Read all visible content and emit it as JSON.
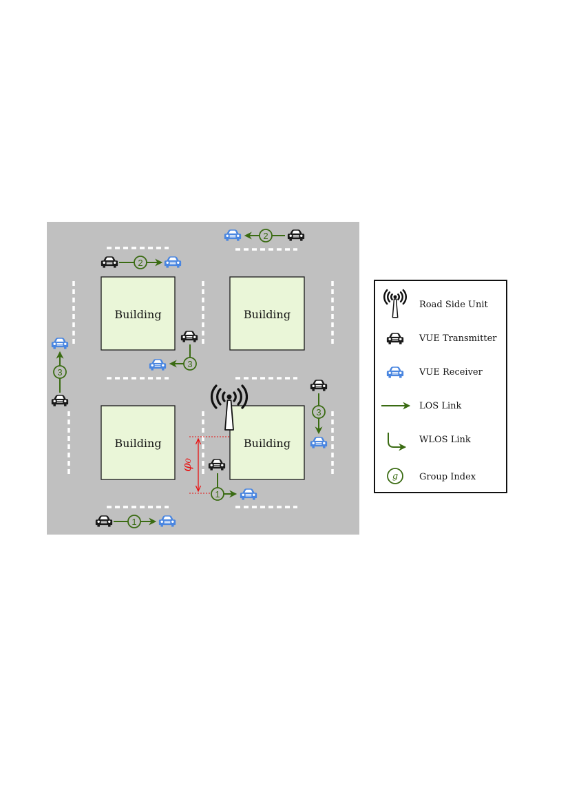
{
  "colors": {
    "road": "#c0c0c0",
    "building_fill": "#eaf6d8",
    "building_stroke": "#1a1a1a",
    "lane_mark": "#ffffff",
    "link": "#3a6b12",
    "transmitter": "#1a1a1a",
    "receiver": "#4a86e0",
    "distance_marker": "#e81010"
  },
  "buildings": [
    {
      "label": "Building"
    },
    {
      "label": "Building"
    },
    {
      "label": "Building"
    },
    {
      "label": "Building"
    }
  ],
  "group_labels": {
    "g1_bottom": "1",
    "g1_center": "1",
    "g2_top_left": "2",
    "g2_top_right": "2",
    "g3_left": "3",
    "g3_center": "3",
    "g3_right": "3"
  },
  "distance_label": "φ₀",
  "legend": {
    "items": [
      {
        "icon": "antenna-icon",
        "label": "Road Side Unit"
      },
      {
        "icon": "car-transmitter-icon",
        "label": "VUE Transmitter"
      },
      {
        "icon": "car-receiver-icon",
        "label": "VUE Receiver"
      },
      {
        "icon": "los-arrow-icon",
        "label": "LOS Link"
      },
      {
        "icon": "wlos-arrow-icon",
        "label": "WLOS Link"
      },
      {
        "icon": "group-circle-icon",
        "label": "Group Index",
        "symbol": "g"
      }
    ]
  }
}
